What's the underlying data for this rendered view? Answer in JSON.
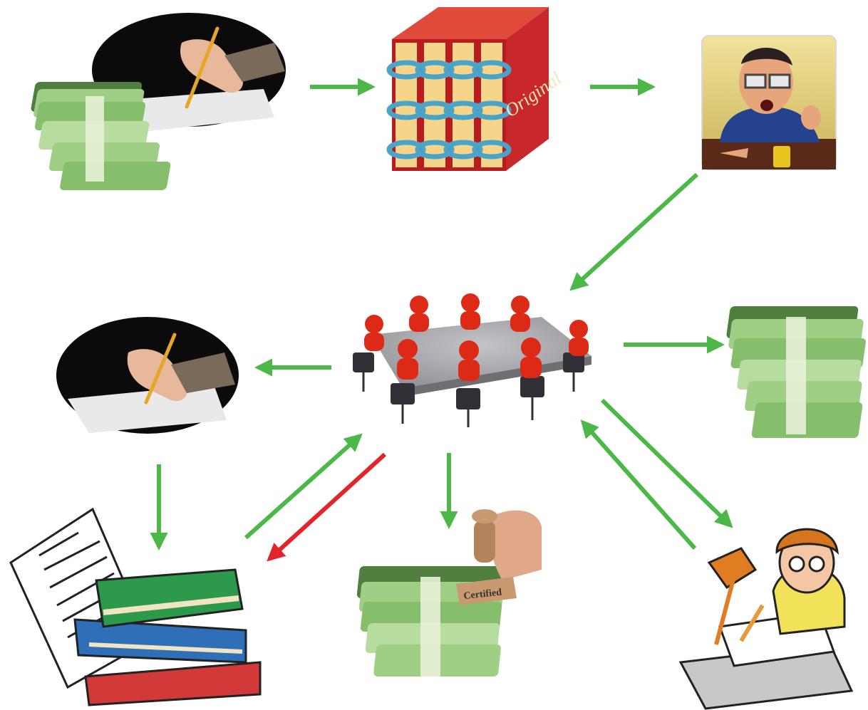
{
  "header": {
    "title_fragment": ""
  },
  "book_spine_text": "Original",
  "stamp_text": "Certified",
  "colors": {
    "arrow_green": "#4bb848",
    "arrow_red": "#e2252b",
    "money_green": "#9fcf85",
    "money_dark": "#4f7e3f",
    "binder_red": "#c21f22",
    "person_red": "#dd2a17",
    "table_gray": "#a9a9ad",
    "book_green": "#2c9a4a",
    "book_blue": "#2f6fb8",
    "book_red": "#d23a3a"
  },
  "nodes": [
    {
      "id": "writing-with-money",
      "icon": "writing-hand-with-money-icon"
    },
    {
      "id": "binders",
      "icon": "red-binders-icon"
    },
    {
      "id": "angry-boss",
      "icon": "angry-boss-icon"
    },
    {
      "id": "meeting",
      "icon": "board-meeting-icon"
    },
    {
      "id": "writing",
      "icon": "writing-hand-icon"
    },
    {
      "id": "money-right",
      "icon": "money-stack-icon"
    },
    {
      "id": "books",
      "icon": "books-and-paper-icon"
    },
    {
      "id": "certified-money",
      "icon": "certified-stamp-money-icon"
    },
    {
      "id": "reviewer",
      "icon": "cartoon-reviewer-icon"
    }
  ],
  "edges": [
    {
      "from": "writing-with-money",
      "to": "binders",
      "color": "green"
    },
    {
      "from": "binders",
      "to": "angry-boss",
      "color": "green"
    },
    {
      "from": "angry-boss",
      "to": "meeting",
      "color": "green"
    },
    {
      "from": "meeting",
      "to": "writing",
      "color": "green"
    },
    {
      "from": "meeting",
      "to": "money-right",
      "color": "green"
    },
    {
      "from": "writing",
      "to": "books",
      "color": "green"
    },
    {
      "from": "books",
      "to": "meeting",
      "color": "green"
    },
    {
      "from": "meeting",
      "to": "books",
      "color": "red"
    },
    {
      "from": "meeting",
      "to": "certified-money",
      "color": "green"
    },
    {
      "from": "meeting",
      "to": "reviewer",
      "color": "green"
    },
    {
      "from": "reviewer",
      "to": "meeting",
      "color": "green"
    }
  ]
}
